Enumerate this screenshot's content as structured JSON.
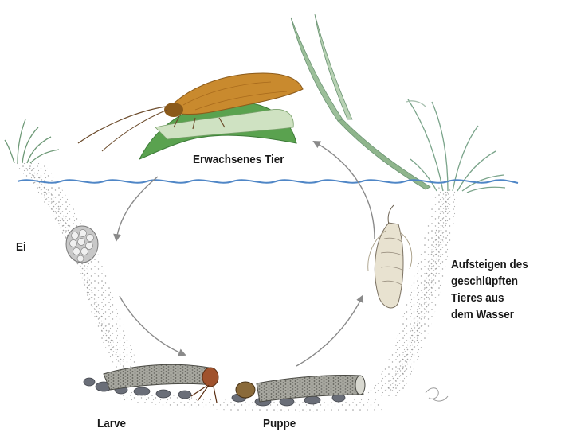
{
  "labels": {
    "adult": "Erwachsenes Tier",
    "egg": "Ei",
    "emerge": [
      "Aufsteigen des",
      "geschlüpften",
      "Tieres aus",
      "dem Wasser"
    ],
    "larva": "Larve",
    "pupa": "Puppe"
  },
  "colors": {
    "water_line": "#4f86c6",
    "arrow": "#8a8a8a",
    "moth_wing": "#c98a2e",
    "leaf": "#5aa24f",
    "bank_stipple": "#9a9a9a",
    "case": "#7a7a72",
    "text": "#1a1a1a"
  },
  "icons": {
    "adult": "caddisfly-moth-icon",
    "egg": "egg-mass-icon",
    "larva": "larva-case-icon",
    "pupa": "pupa-case-icon",
    "emerging": "emerging-pupa-icon",
    "signature": "artist-signature-icon"
  }
}
